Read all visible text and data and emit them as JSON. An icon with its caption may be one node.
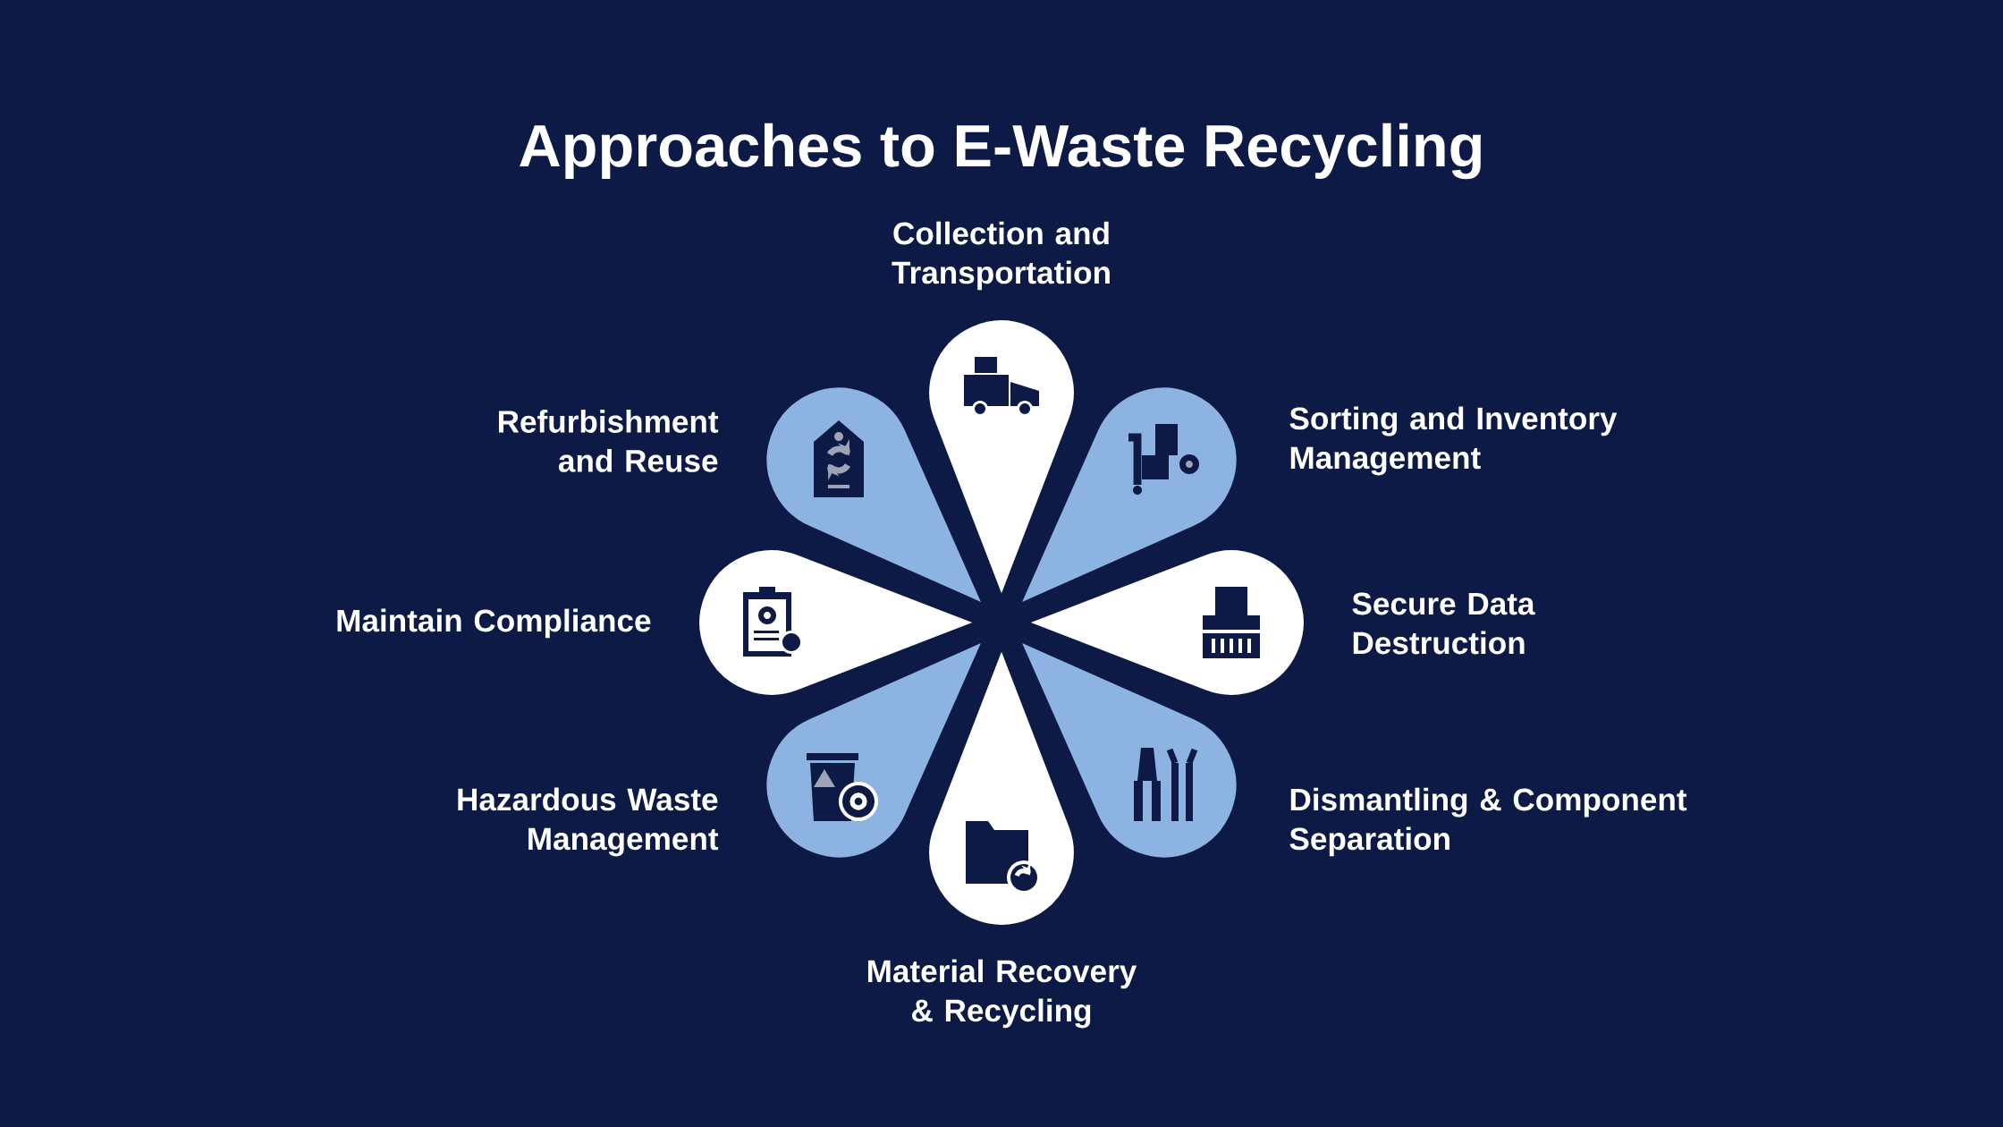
{
  "diagram": {
    "title": "Approaches to E-Waste Recycling",
    "nodes": [
      {
        "text": [
          "Collection and Transportation"
        ]
      },
      {
        "text": [
          "Sorting and Inventory Management"
        ]
      },
      {
        "text": [
          "Secure Data Destruction"
        ]
      },
      {
        "text": [
          "Dismantling & Component Separation"
        ]
      },
      {
        "text": [
          "Material Recovery & Recycling"
        ]
      },
      {
        "text": [
          "Hazardous Waste Management"
        ]
      },
      {
        "text": [
          "Maintain Compliance"
        ]
      },
      {
        "text": [
          "Refurbishment and Reuse"
        ]
      }
    ]
  }
}
